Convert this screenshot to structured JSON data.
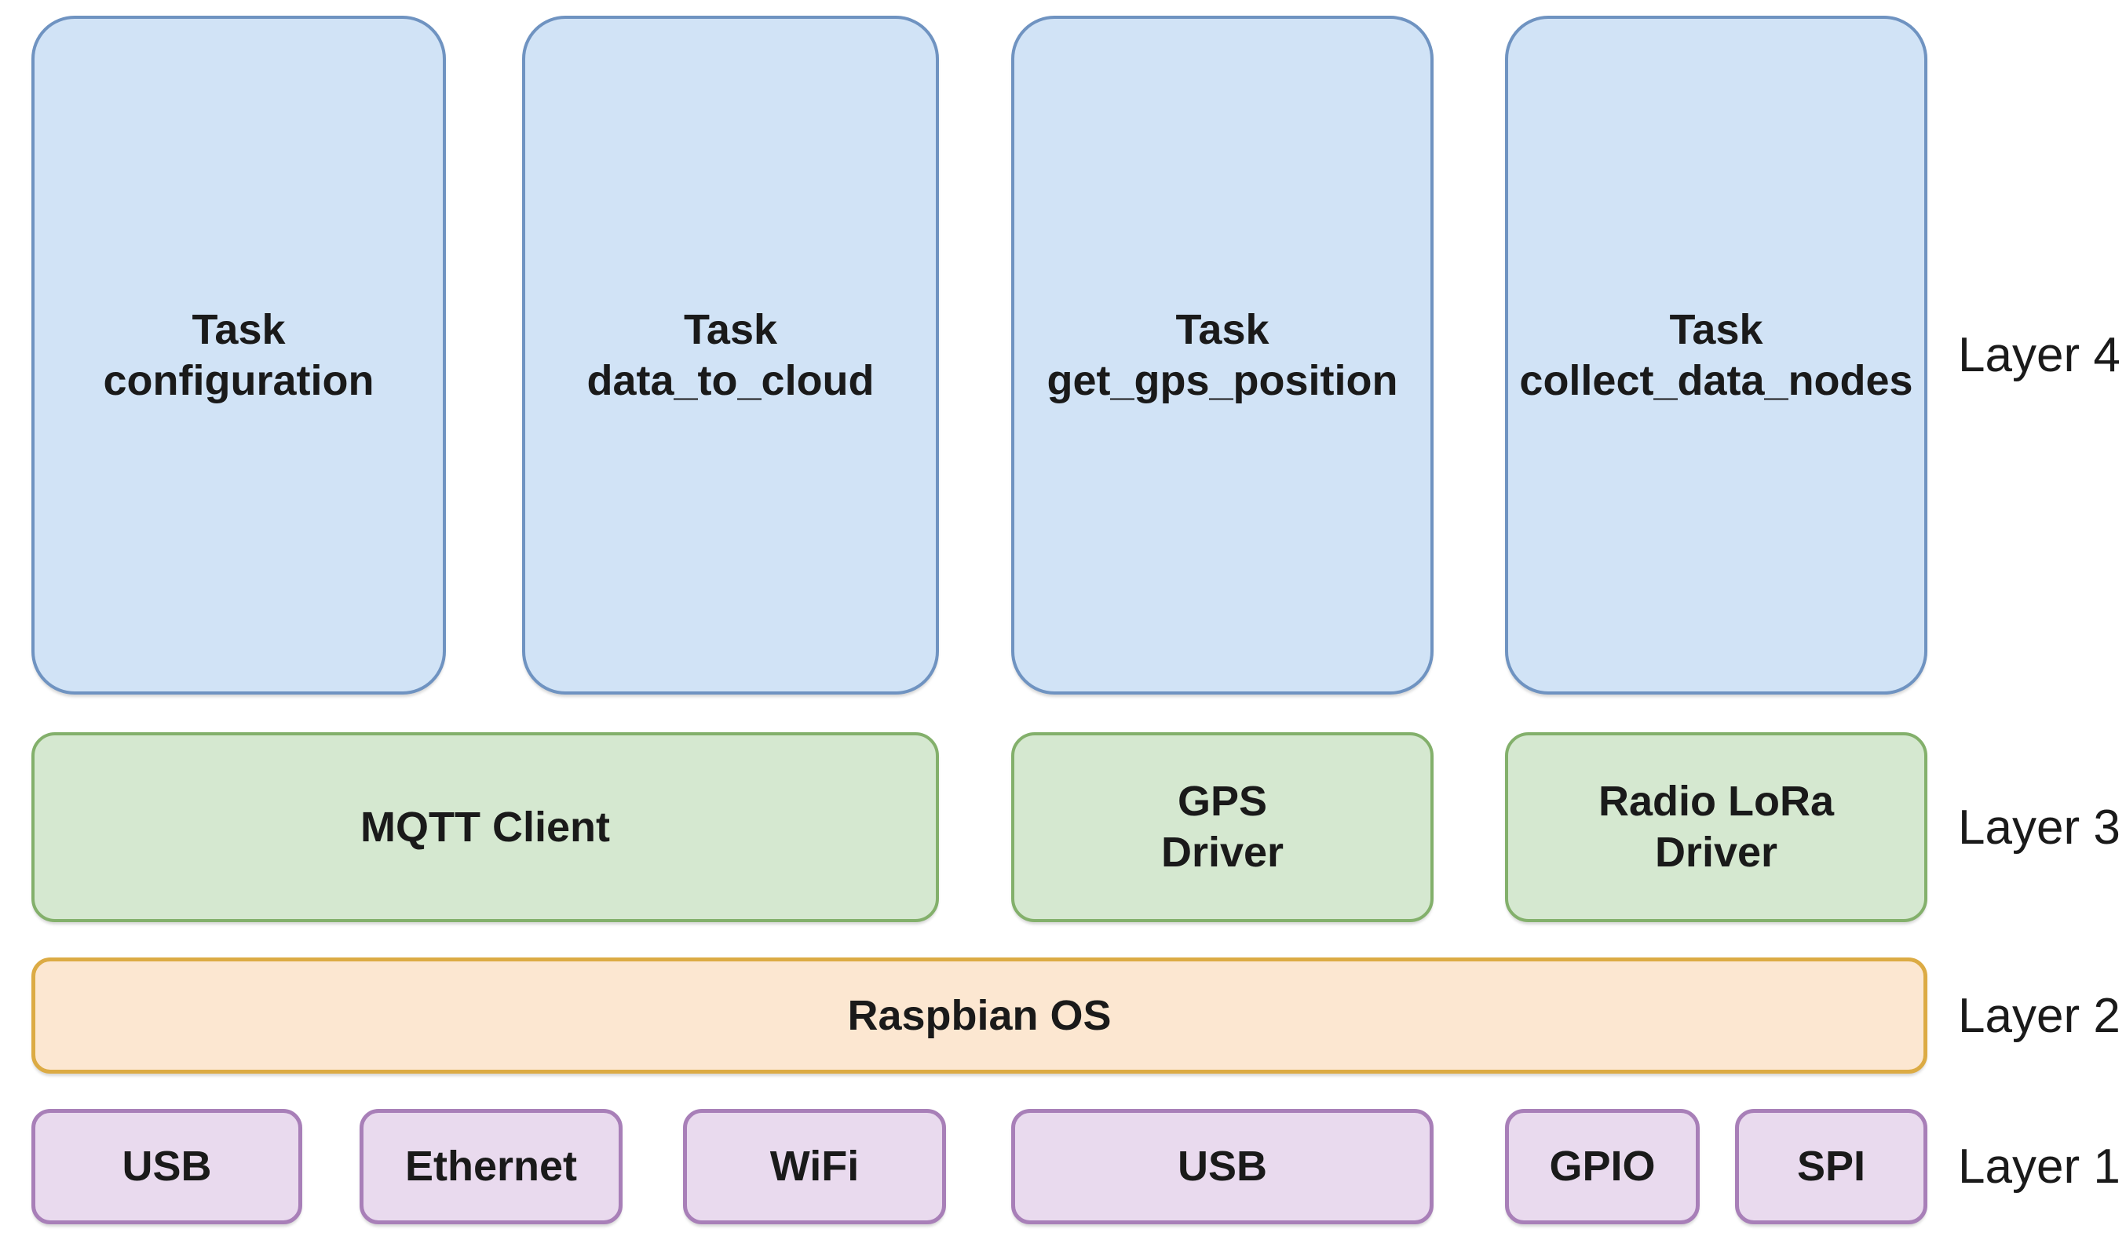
{
  "background": "#ffffff",
  "text_color": "#1a1a1a",
  "layers": [
    {
      "name": "Layer 4",
      "fill": "#d1e3f6",
      "border": "#6f93c1",
      "boxes": [
        {
          "label": "Task\nconfiguration"
        },
        {
          "label": "Task\ndata_to_cloud"
        },
        {
          "label": "Task\nget_gps_position"
        },
        {
          "label": "Task\ncollect_data_nodes"
        }
      ]
    },
    {
      "name": "Layer 3",
      "fill": "#d5e8d0",
      "border": "#83b06b",
      "boxes": [
        {
          "label": "MQTT Client"
        },
        {
          "label": "GPS\nDriver"
        },
        {
          "label": "Radio LoRa\nDriver"
        }
      ]
    },
    {
      "name": "Layer 2",
      "fill": "#fce7d1",
      "border": "#dcab44",
      "boxes": [
        {
          "label": "Raspbian OS"
        }
      ]
    },
    {
      "name": "Layer 1",
      "fill": "#e9daee",
      "border": "#a87fb8",
      "boxes": [
        {
          "label": "USB"
        },
        {
          "label": "Ethernet"
        },
        {
          "label": "WiFi"
        },
        {
          "label": "USB"
        },
        {
          "label": "GPIO"
        },
        {
          "label": "SPI"
        }
      ]
    }
  ]
}
